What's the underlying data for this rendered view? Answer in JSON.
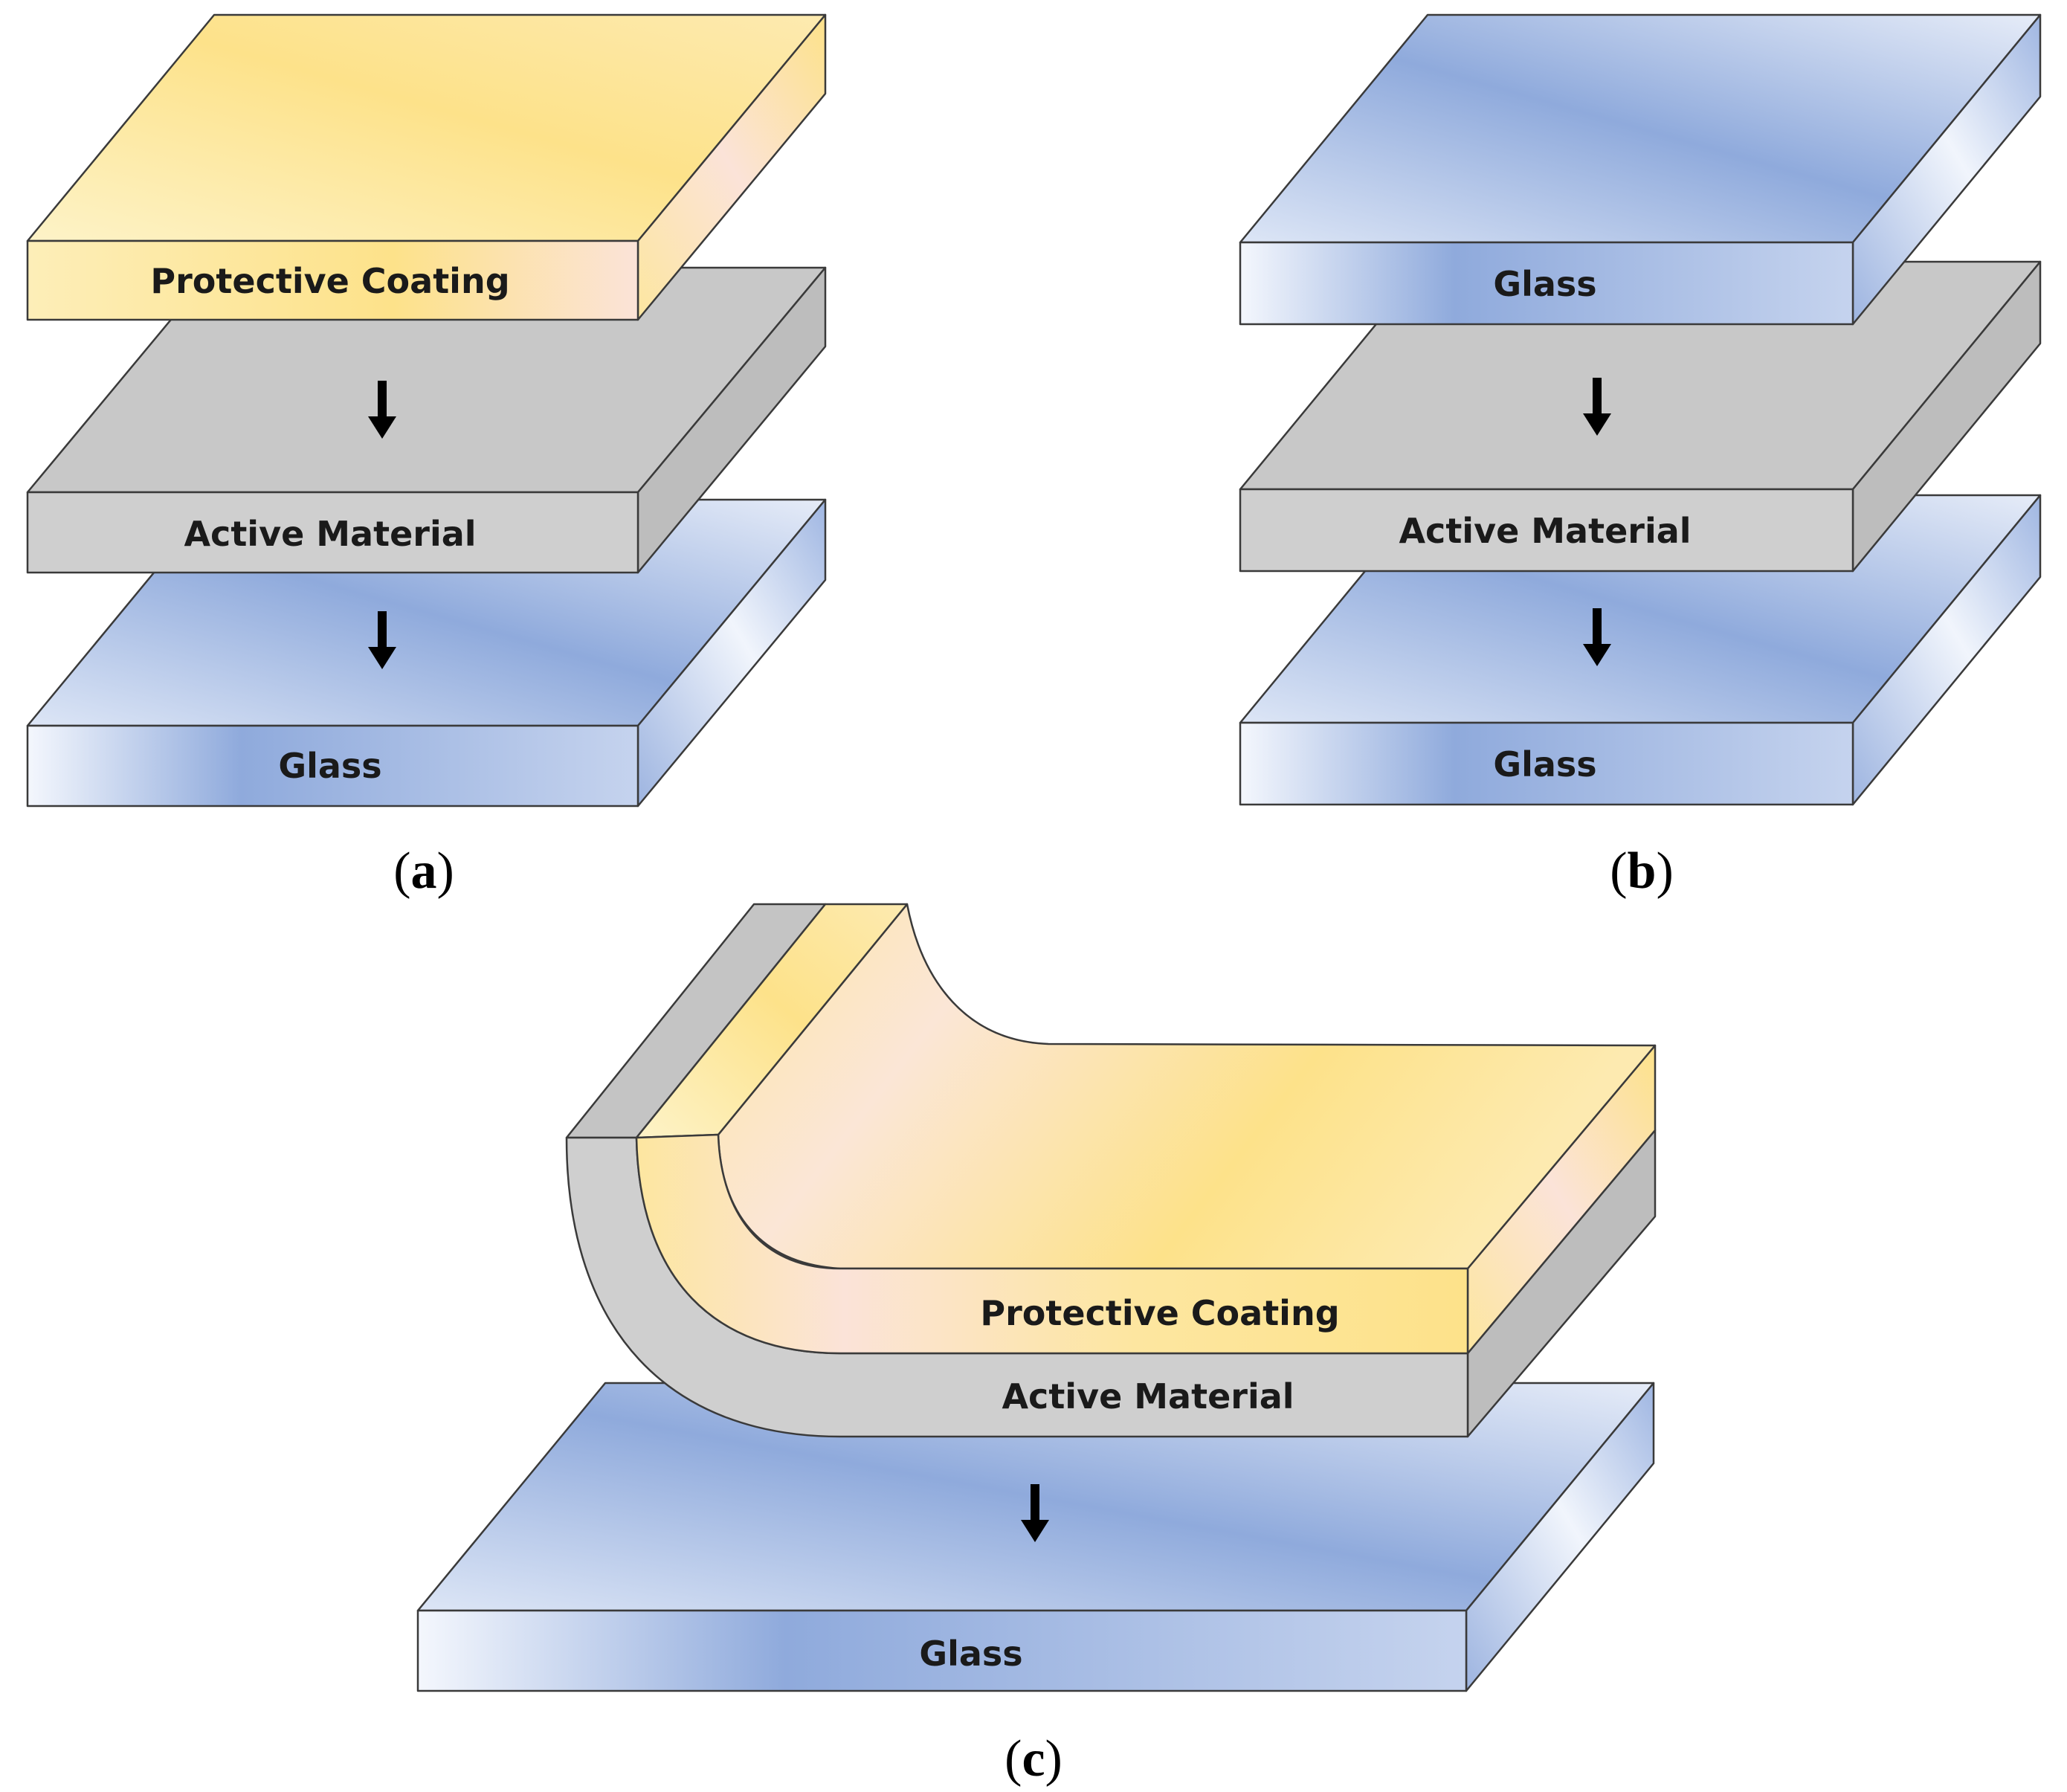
{
  "panels": {
    "a": {
      "caption_open": "(",
      "caption_letter": "a",
      "caption_close": ")",
      "layers": [
        "Protective Coating",
        "Active Material",
        "Glass"
      ]
    },
    "b": {
      "caption_open": "(",
      "caption_letter": "b",
      "caption_close": ")",
      "layers": [
        "Glass",
        "Active Material",
        "Glass"
      ]
    },
    "c": {
      "caption_open": "(",
      "caption_letter": "c",
      "caption_close": ")",
      "layers": [
        "Protective Coating",
        "Active Material",
        "Glass"
      ]
    }
  },
  "colors": {
    "coating_light": "#fdf3c8",
    "coating_mid": "#fde28a",
    "coating_pink": "#fbe3d8",
    "active_top": "#c8c8c8",
    "active_front": "#cfcfcf",
    "active_side": "#bdbdbd",
    "glass_light": "#eef2fb",
    "glass_mid": "#8faadc",
    "outline": "#3a3a3a",
    "arrow": "#000000"
  }
}
